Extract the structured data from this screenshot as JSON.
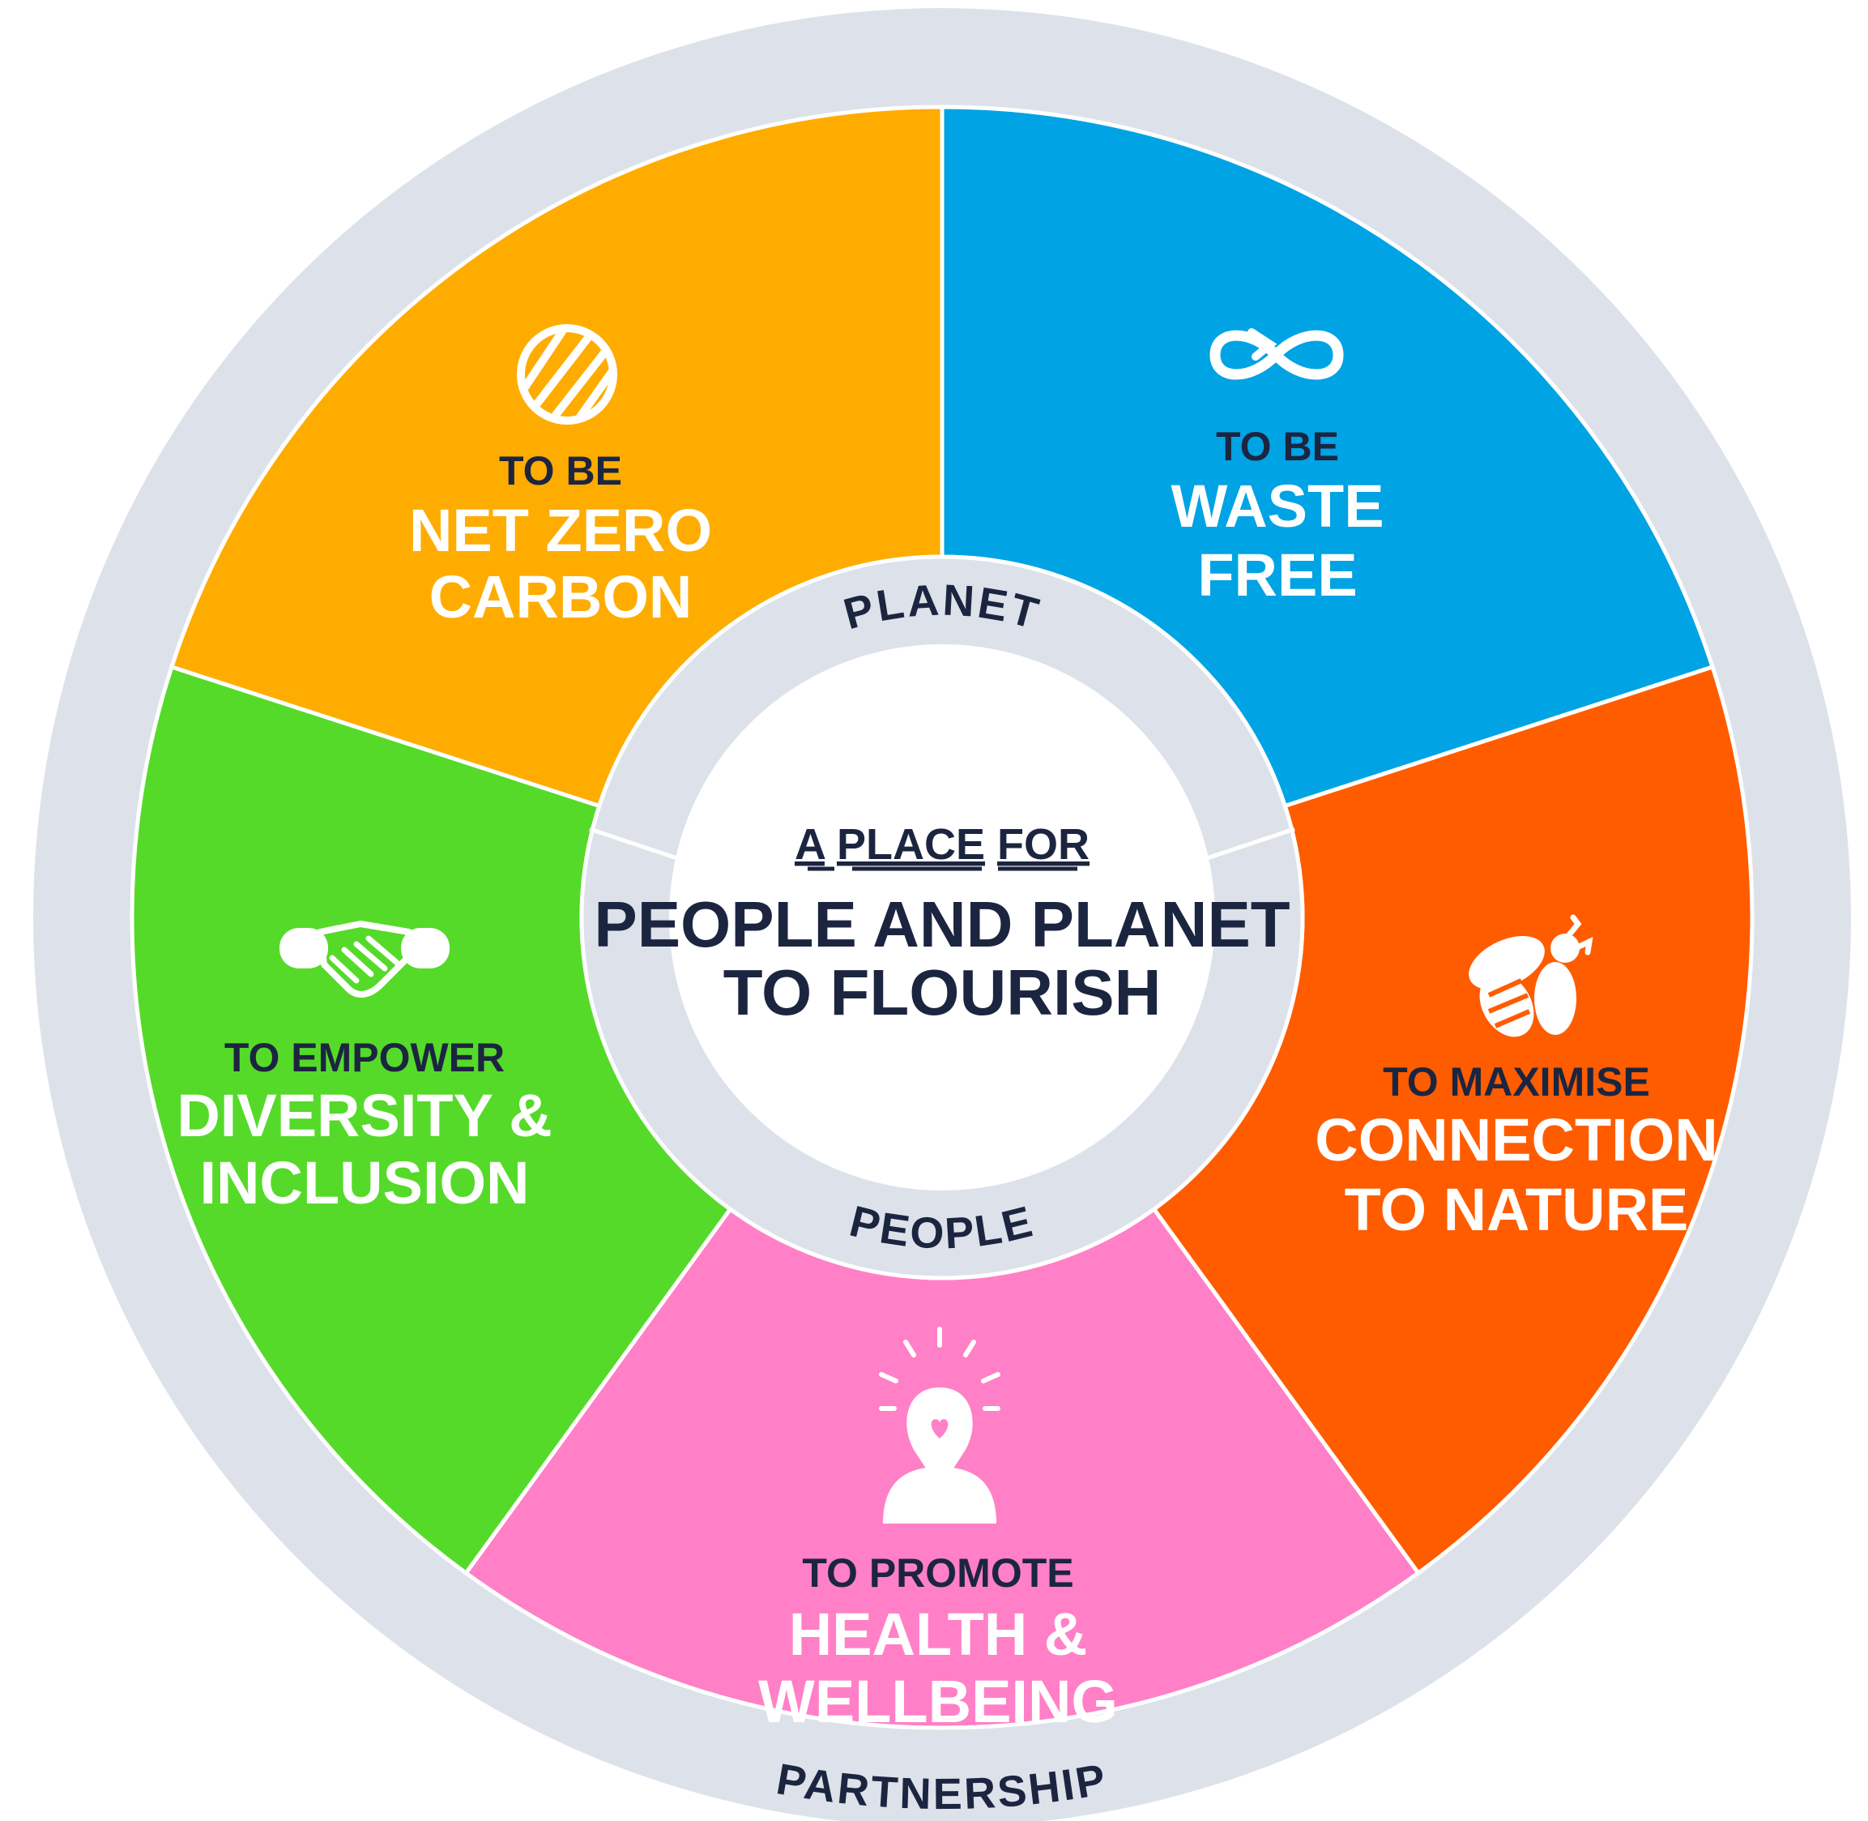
{
  "colors": {
    "outer_ring": "#dde2ea",
    "net_zero": "#ffac00",
    "waste_free": "#00a3e3",
    "nature": "#ff5c00",
    "health": "#ff80c6",
    "diversity": "#55da29",
    "navy": "#1c2540",
    "white": "#ffffff"
  },
  "center": {
    "line1_words": [
      "A",
      "PLACE",
      "FOR"
    ],
    "line2": "PEOPLE AND PLANET",
    "line3": "TO FLOURISH"
  },
  "inner_ring": {
    "top_label": "PLANET",
    "bottom_label": "PEOPLE"
  },
  "outer_ring": {
    "bottom_label": "PARTNERSHIP"
  },
  "segments": [
    {
      "id": "net-zero",
      "icon": "striped-globe-icon",
      "lead": "TO BE",
      "line1": "NET ZERO",
      "line2": "CARBON"
    },
    {
      "id": "waste-free",
      "icon": "infinity-loop-icon",
      "lead": "TO BE",
      "line1": "WASTE",
      "line2": "FREE"
    },
    {
      "id": "nature",
      "icon": "bee-icon",
      "lead": "TO MAXIMISE",
      "line1": "CONNECTION",
      "line2": "TO NATURE"
    },
    {
      "id": "health",
      "icon": "person-heart-icon",
      "lead": "TO PROMOTE",
      "line1": "HEALTH &",
      "line2": "WELLBEING"
    },
    {
      "id": "diversity",
      "icon": "handshake-icon",
      "lead": "TO EMPOWER",
      "line1": "DIVERSITY &",
      "line2": "INCLUSION"
    }
  ]
}
